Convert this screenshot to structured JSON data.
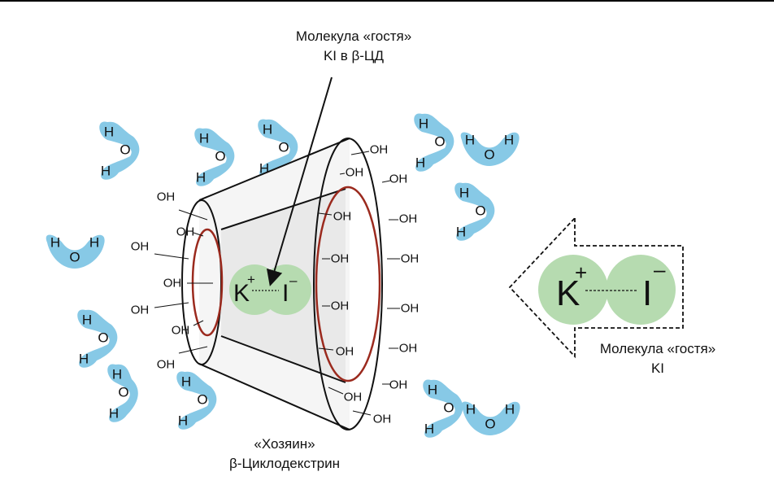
{
  "labels": {
    "guest_in_cd_line1": "Молекула «гостя»",
    "guest_in_cd_line2": "KI в β-ЦД",
    "guest_free_line1": "Молекула «гостя»",
    "guest_free_line2": "KI",
    "host_line1": "«Хозяин»",
    "host_line2": "β-Циклодекстрин"
  },
  "atoms": {
    "hydrogen": "H",
    "oxygen": "O",
    "potassium": "K",
    "iodine": "I",
    "plus": "+",
    "minus": "–"
  },
  "hydroxyl": "OH",
  "colors": {
    "water": "#87c9e6",
    "ion": "#b6dbb0",
    "cone_fill": "#efefef",
    "cavity_ring": "#9b2a1e"
  }
}
